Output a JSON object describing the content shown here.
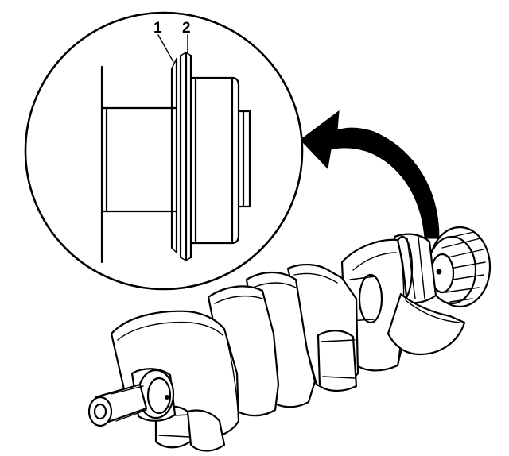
{
  "callouts": [
    {
      "id": "1",
      "label": "1"
    },
    {
      "id": "2",
      "label": "2"
    }
  ],
  "colors": {
    "ink": "#000000",
    "paper": "#ffffff"
  },
  "icons": [
    "detail-magnifier-circle",
    "curved-callout-arrow",
    "crankshaft"
  ]
}
